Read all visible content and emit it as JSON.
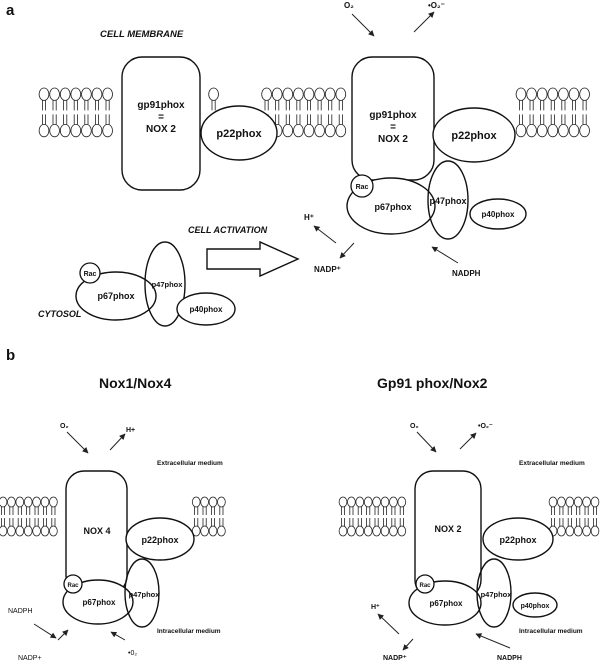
{
  "panel_a": {
    "letter": "a",
    "cell_membrane": "CELL MEMBRANE",
    "cell_activation": "CELL ACTIVATION",
    "cytosol": "CYTOSOL",
    "resting": {
      "gp91_line1": "gp91phox",
      "gp91_line2": "=",
      "gp91_line3": "NOX 2",
      "p22": "p22phox"
    },
    "cytosol_complex": {
      "rac": "Rac",
      "p67": "p67phox",
      "p47": "p47phox",
      "p40": "p40phox"
    },
    "active": {
      "o2": "O₂",
      "superoxide": "•O₂⁻",
      "gp91_line1": "gp91phox",
      "gp91_line2": "=",
      "gp91_line3": "NOX 2",
      "p22": "p22phox",
      "rac": "Rac",
      "p67": "p67phox",
      "p47": "p47phox",
      "p40": "p40phox",
      "h_plus": "H⁺",
      "nadp_plus": "NADP⁺",
      "nadph": "NADPH"
    }
  },
  "panel_b": {
    "letter": "b",
    "left": {
      "title": "Nox1/Nox4",
      "o2": "O₂",
      "h_plus": "H+",
      "extracellular": "Extracellular medium",
      "intracellular": "Intracellular medium",
      "nox": "NOX 4",
      "p22": "p22phox",
      "rac": "Rac",
      "p67": "p67phox",
      "p47": "p47phox",
      "nadph": "NADPH",
      "nadp_plus": "NADP+",
      "o2_radical": "•0₂"
    },
    "right": {
      "title": "Gp91 phox/Nox2",
      "o2": "O₂",
      "superoxide": "•O₂⁻",
      "extracellular": "Extracellular medium",
      "intracellular": "Intracellular medium",
      "nox": "NOX 2",
      "p22": "p22phox",
      "rac": "Rac",
      "p67": "p67phox",
      "p47": "p47phox",
      "p40": "p40phox",
      "h_plus": "H⁺",
      "nadp_plus": "NADP⁺",
      "nadph": "NADPH"
    }
  }
}
